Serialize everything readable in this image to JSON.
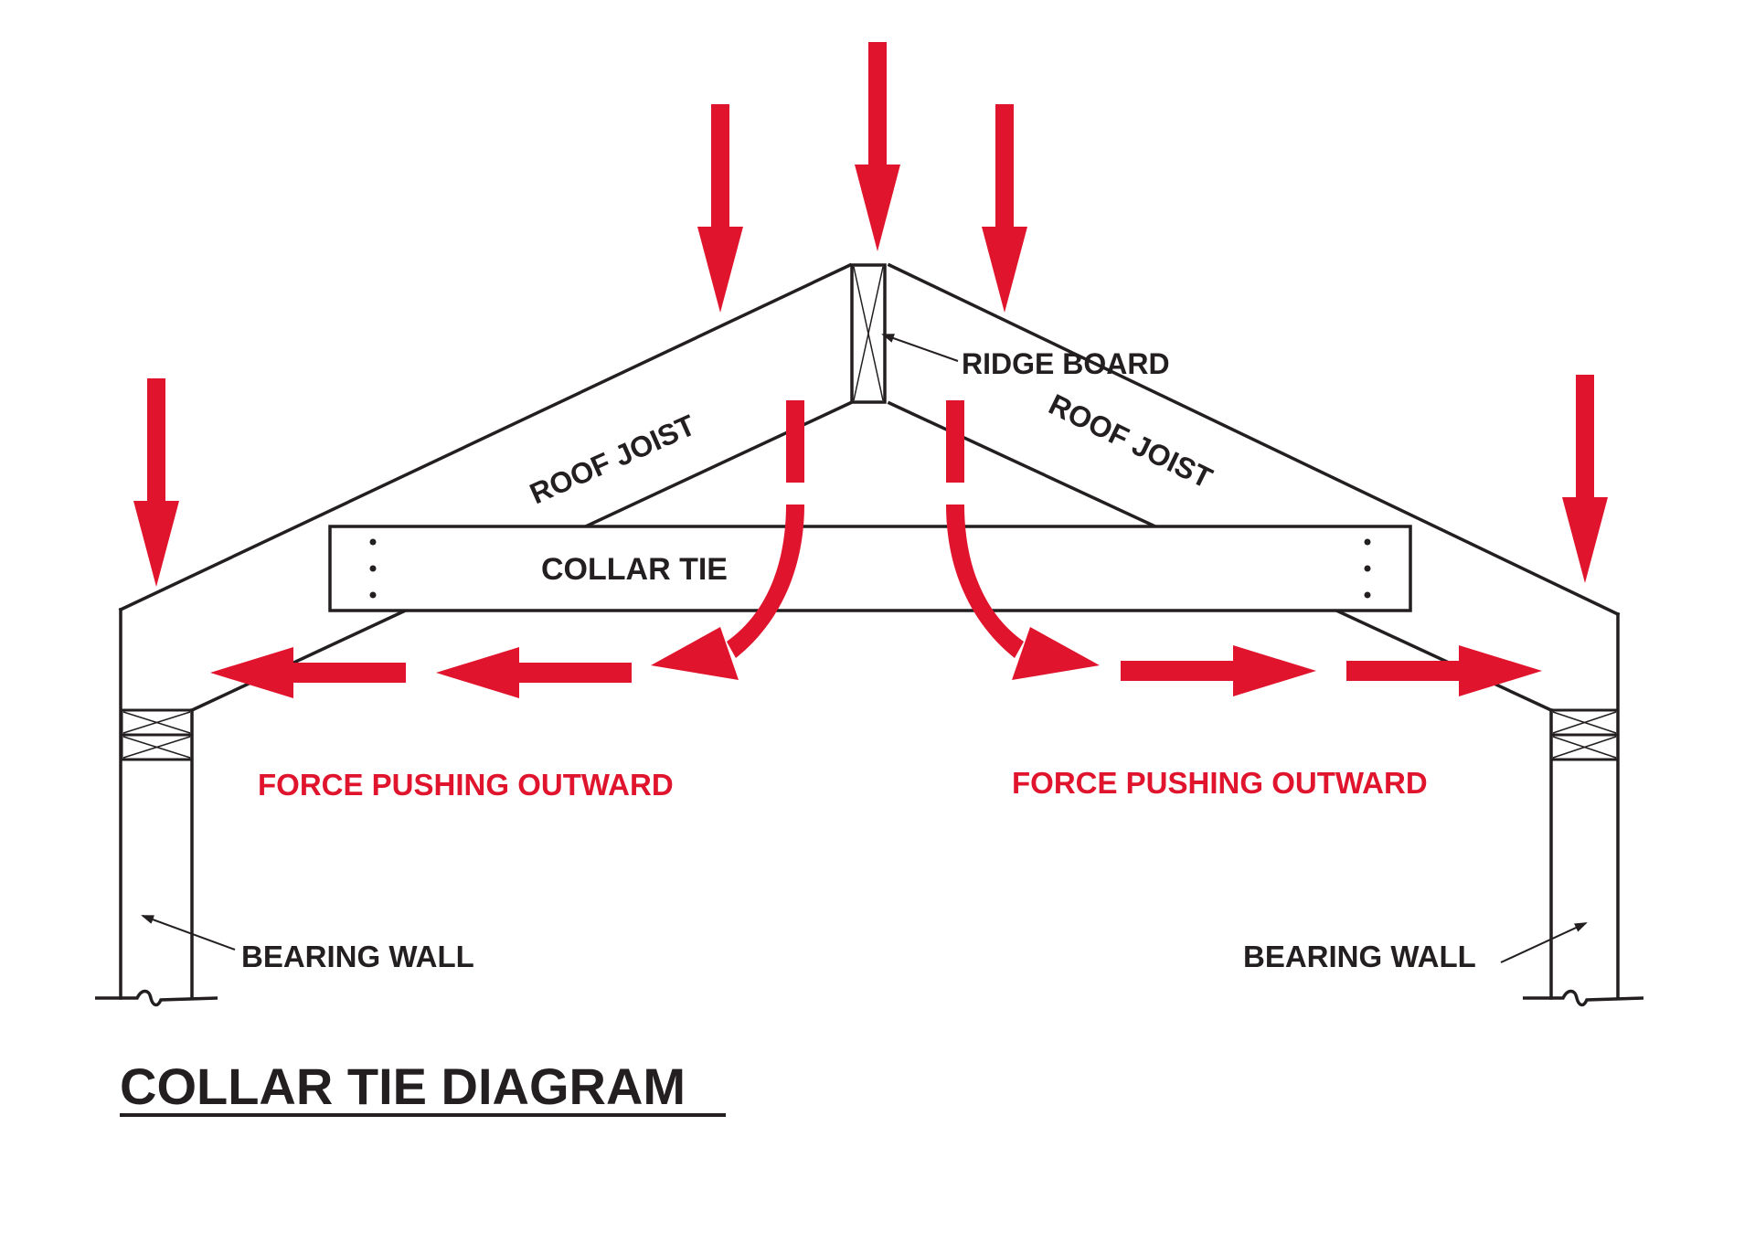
{
  "title": "COLLAR TIE DIAGRAM",
  "labels": {
    "ridge_board": "RIDGE BOARD",
    "roof_joist_left": "ROOF JOIST",
    "roof_joist_right": "ROOF JOIST",
    "collar_tie": "COLLAR TIE",
    "force_left": "FORCE PUSHING OUTWARD",
    "force_right": "FORCE PUSHING OUTWARD",
    "bearing_wall_left": "BEARING WALL",
    "bearing_wall_right": "BEARING WALL"
  },
  "colors": {
    "line": "#231f20",
    "force": "#e0152d",
    "background": "#ffffff"
  }
}
